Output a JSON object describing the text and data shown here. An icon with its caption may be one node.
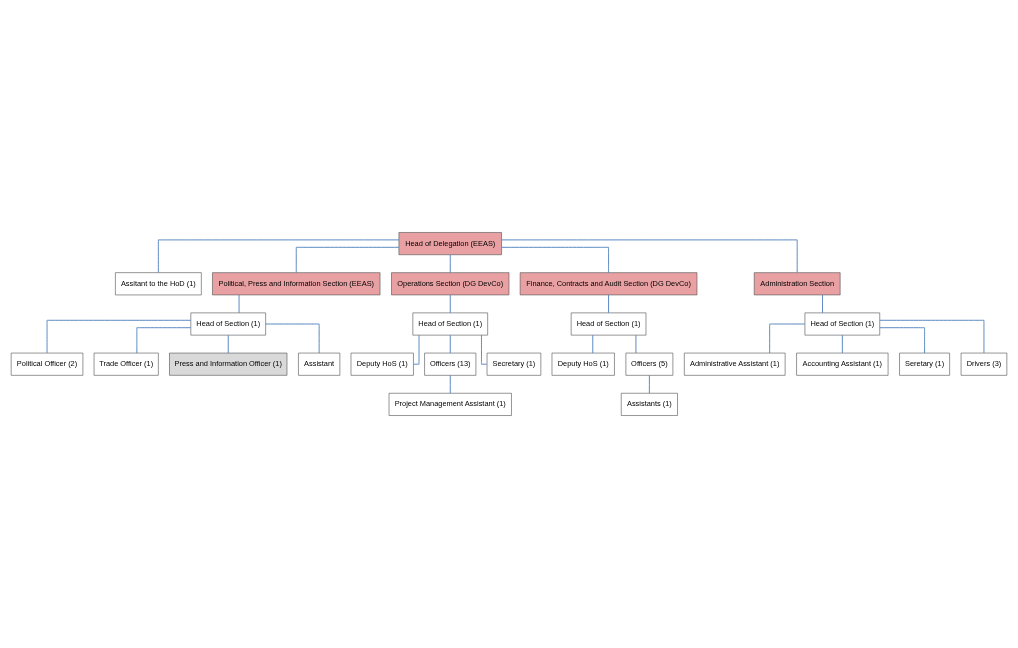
{
  "diagram": {
    "nodes": [
      {
        "text": [
          "Head of Delegation (EEAS)"
        ]
      },
      {
        "text": [
          "Assitant to the HoD (1)"
        ]
      },
      {
        "text": [
          "Political, Press and Information Section (EEAS)"
        ]
      },
      {
        "text": [
          "Operations Section (DG DevCo)"
        ]
      },
      {
        "text": [
          "Finance, Contracts and Audit Section (DG DevCo)"
        ]
      },
      {
        "text": [
          "Administration Section"
        ]
      },
      {
        "text": [
          "Head of Section (1)"
        ]
      },
      {
        "text": [
          "Political Officer (2)"
        ]
      },
      {
        "text": [
          "Trade Officer (1)"
        ]
      },
      {
        "text": [
          "Press and Information Officer (1)"
        ]
      },
      {
        "text": [
          "Assistant"
        ]
      },
      {
        "text": [
          "Head of Section (1)"
        ]
      },
      {
        "text": [
          "Deputy HoS (1)"
        ]
      },
      {
        "text": [
          "Officers (13)"
        ]
      },
      {
        "text": [
          "Project Management Assistant (1)"
        ]
      },
      {
        "text": [
          "Secretary (1)"
        ]
      },
      {
        "text": [
          "Head of Section (1)"
        ]
      },
      {
        "text": [
          "Deputy HoS (1)"
        ]
      },
      {
        "text": [
          "Officers (5)"
        ]
      },
      {
        "text": [
          "Assistants (1)"
        ]
      },
      {
        "text": [
          "Head of Section (1)"
        ]
      },
      {
        "text": [
          "Administrative Assistant (1)"
        ]
      },
      {
        "text": [
          "Accounting Assistant (1)"
        ]
      },
      {
        "text": [
          "Seretary (1)"
        ]
      },
      {
        "text": [
          "Drivers (3)"
        ]
      }
    ],
    "edges": [
      {
        "from": 0,
        "to": 1,
        "arrow": "none"
      },
      {
        "from": 0,
        "to": 2,
        "arrow": "none"
      },
      {
        "from": 0,
        "to": 3,
        "arrow": "none"
      },
      {
        "from": 0,
        "to": 4,
        "arrow": "none"
      },
      {
        "from": 0,
        "to": 5,
        "arrow": "none"
      },
      {
        "from": 2,
        "to": 6,
        "arrow": "none"
      },
      {
        "from": 6,
        "to": 7,
        "arrow": "none"
      },
      {
        "from": 6,
        "to": 8,
        "arrow": "none"
      },
      {
        "from": 6,
        "to": 9,
        "arrow": "none"
      },
      {
        "from": 6,
        "to": 10,
        "arrow": "none"
      },
      {
        "from": 3,
        "to": 11,
        "arrow": "none"
      },
      {
        "from": 11,
        "to": 12,
        "arrow": "none"
      },
      {
        "from": 11,
        "to": 13,
        "arrow": "none"
      },
      {
        "from": 13,
        "to": 14,
        "arrow": "none"
      },
      {
        "from": 11,
        "to": 15,
        "arrow": "none"
      },
      {
        "from": 4,
        "to": 16,
        "arrow": "none"
      },
      {
        "from": 16,
        "to": 17,
        "arrow": "none"
      },
      {
        "from": 16,
        "to": 18,
        "arrow": "none"
      },
      {
        "from": 18,
        "to": 19,
        "arrow": "none"
      },
      {
        "from": 5,
        "to": 20,
        "arrow": "none"
      },
      {
        "from": 20,
        "to": 21,
        "arrow": "none"
      },
      {
        "from": 20,
        "to": 22,
        "arrow": "none"
      },
      {
        "from": 20,
        "to": 23,
        "arrow": "none"
      },
      {
        "from": 20,
        "to": 24,
        "arrow": "none"
      }
    ]
  }
}
